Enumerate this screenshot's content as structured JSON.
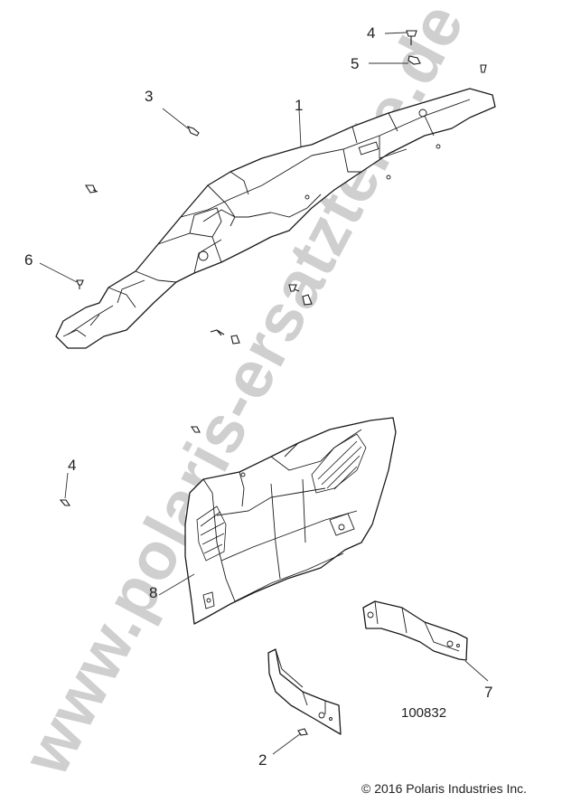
{
  "diagram": {
    "type": "exploded-parts-diagram",
    "figure_number": "100832",
    "copyright": "© 2016 Polaris Industries Inc.",
    "watermark": "www.polaris-ersatzteile.de",
    "watermark_color": "#c8c8c8",
    "callouts": [
      {
        "id": "1",
        "label": "1",
        "part": "upper rear fender / rail assembly"
      },
      {
        "id": "2",
        "label": "2",
        "part": "flange bolt (bracket)"
      },
      {
        "id": "3",
        "label": "3",
        "part": "push rivet / bolt"
      },
      {
        "id": "4a",
        "label": "4",
        "part": "screw (top right)"
      },
      {
        "id": "4b",
        "label": "4",
        "part": "screw (left)"
      },
      {
        "id": "5",
        "label": "5",
        "part": "clip nut"
      },
      {
        "id": "6",
        "label": "6",
        "part": "push rivet"
      },
      {
        "id": "7",
        "label": "7",
        "part": "support bracket (long)"
      },
      {
        "id": "8",
        "label": "8",
        "part": "side panel with vent grille"
      }
    ]
  }
}
